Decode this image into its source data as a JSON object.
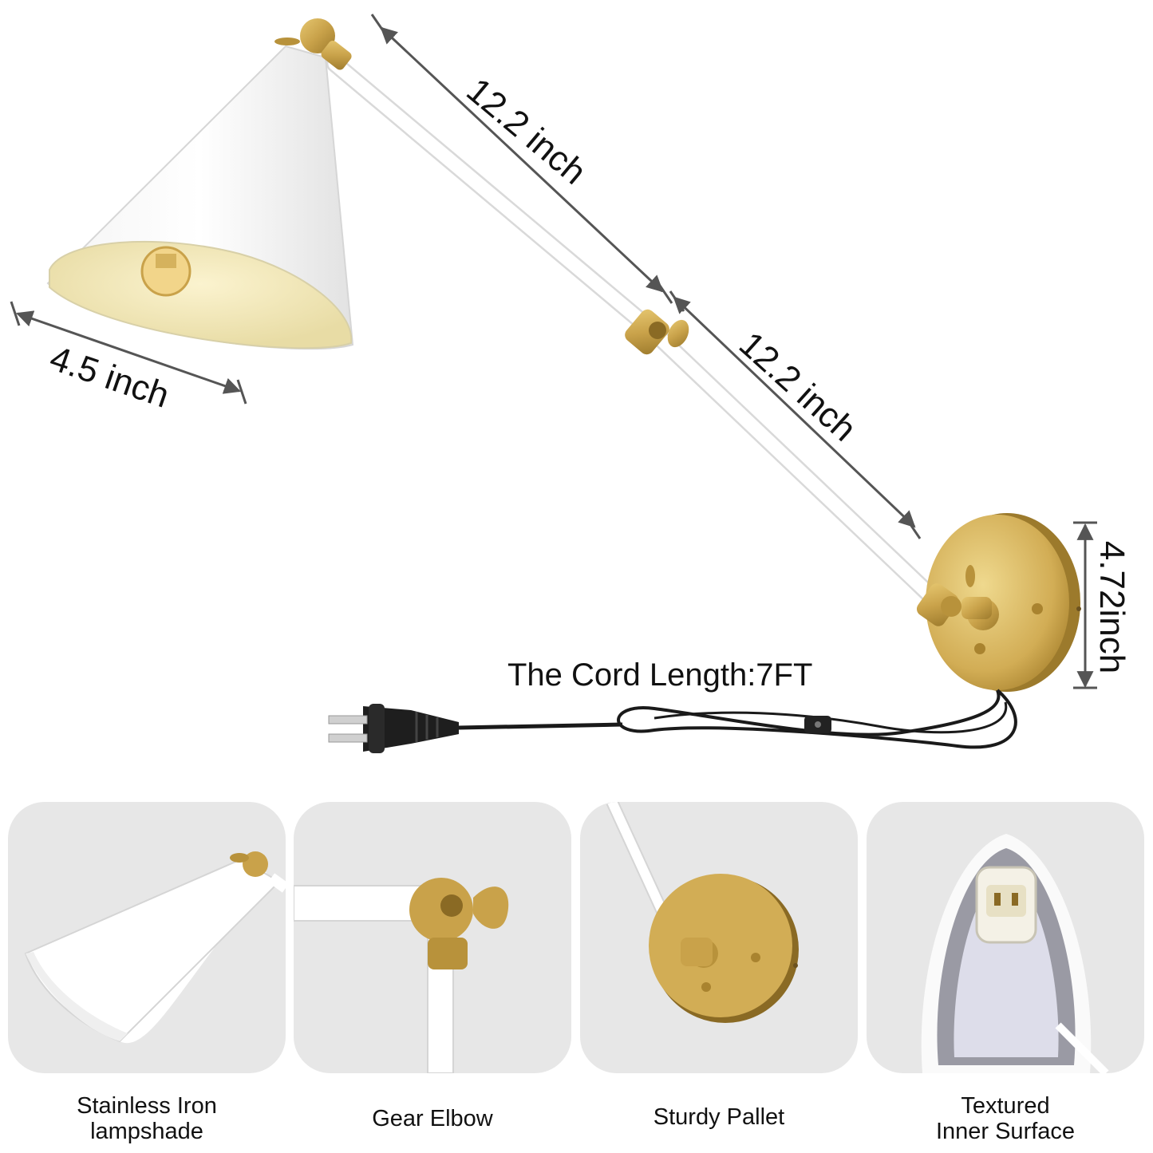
{
  "dimensions": {
    "upper_arm": "12.2 inch",
    "lower_arm": "12.2 inch",
    "shade_width": "4.5 inch",
    "backplate_height": "4.72inch"
  },
  "cord": {
    "label": "The Cord Length:7FT"
  },
  "features": [
    {
      "line1": "Stainless Iron",
      "line2": "lampshade",
      "icon": "lampshade-icon"
    },
    {
      "line1": "",
      "line2": "Gear Elbow",
      "icon": "gear-elbow-icon"
    },
    {
      "line1": "",
      "line2": "Sturdy Pallet",
      "icon": "pallet-icon"
    },
    {
      "line1": "Textured",
      "line2": "Inner Surface",
      "icon": "inner-surface-icon"
    }
  ],
  "colors": {
    "brass": "#c9a24a",
    "white": "#ffffff",
    "tile": "#e7e7e7",
    "cord": "#1a1a1a"
  }
}
